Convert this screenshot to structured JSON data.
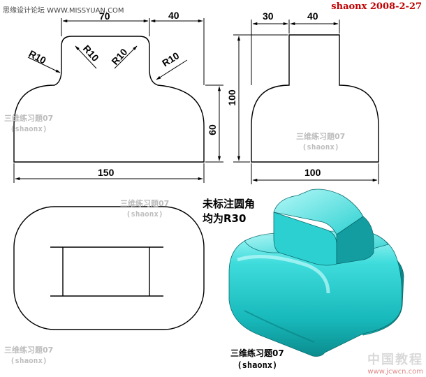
{
  "header": {
    "site_text": "思缘设计论坛 WWW.MISSYUAN.COM",
    "stamp": "shaonx 2008-2-27"
  },
  "front_view": {
    "dims": {
      "top_width": "70",
      "right_offset": "40",
      "total_width": "150",
      "base_height": "60",
      "radius_1": "R10",
      "radius_2": "R10",
      "radius_3": "R10",
      "radius_4": "R10"
    }
  },
  "side_view": {
    "dims": {
      "left_offset": "30",
      "top_width": "40",
      "total_height": "100",
      "total_width": "100"
    }
  },
  "watermarks": [
    {
      "title": "三维练习题07",
      "sub": "(shaonx)"
    },
    {
      "title": "三维练习题07",
      "sub": "(shaonx)"
    },
    {
      "title": "三维练习题07",
      "sub": "(shaonx)"
    },
    {
      "title": "三维练习题07",
      "sub": "(shaonx)"
    }
  ],
  "note": {
    "line1": "未标注圆角",
    "line2": "均为R30"
  },
  "caption": {
    "title": "三维练习题07",
    "sub": "(shaonx)"
  },
  "logo": {
    "text": "中国教程",
    "url": "www.jcwcn.com"
  },
  "colors": {
    "model_fill": "#1ec8c8",
    "model_highlight": "#9ff5f5",
    "model_shadow": "#0a7e80",
    "stamp": "#c00000"
  }
}
